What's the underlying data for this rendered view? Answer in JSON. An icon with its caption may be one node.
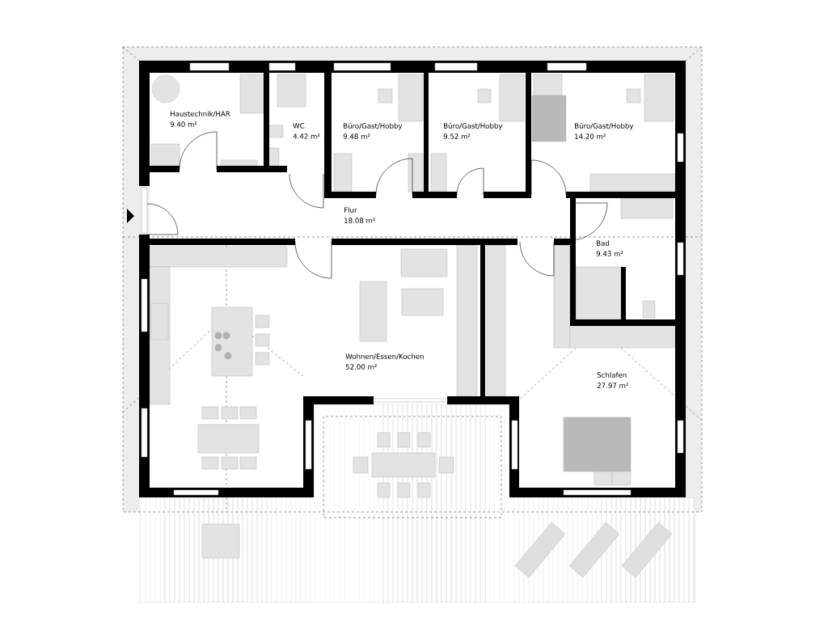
{
  "diagram": {
    "nodes": [
      {
        "text": [
          "Haustechnik/HAR",
          "9.40 m²"
        ]
      },
      {
        "text": [
          "WC",
          "4.42 m²"
        ]
      },
      {
        "text": [
          "Büro/Gast/Hobby",
          "9.48 m²"
        ]
      },
      {
        "text": [
          "Büro/Gast/Hobby",
          "9.52 m²"
        ]
      },
      {
        "text": [
          "Büro/Gast/Hobby",
          "14.20 m²"
        ]
      },
      {
        "text": [
          "Flur",
          "18.08 m²"
        ]
      },
      {
        "text": [
          "Bad",
          "9.43 m²"
        ]
      },
      {
        "text": [
          "Wohnen/Essen/Kochen",
          "52.00 m²"
        ]
      },
      {
        "text": [
          "Schlafen",
          "27.97 m²"
        ]
      }
    ]
  }
}
